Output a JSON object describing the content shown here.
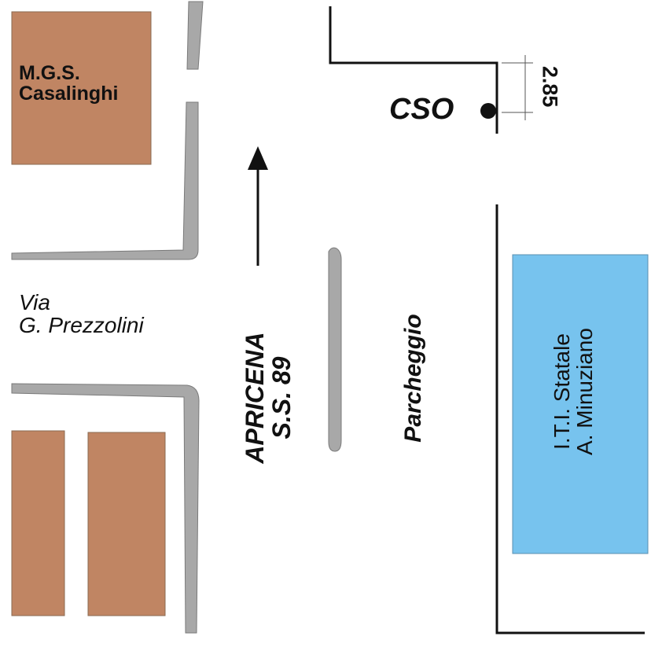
{
  "buildings": {
    "mgs": {
      "line1": "M.G.S.",
      "line2": "Casalinghi"
    },
    "school": {
      "line1": "I.T.I. Statale",
      "line2": "A. Minuziano"
    }
  },
  "streets": {
    "via": {
      "line1": "Via",
      "line2": "G. Prezzolini"
    },
    "main_road": {
      "line1": "APRICENA",
      "line2": "S.S. 89"
    },
    "parking": "Parcheggio"
  },
  "point": {
    "label": "CSO"
  },
  "dimension": {
    "value": "2.85"
  },
  "colors": {
    "building_brown": "#c08563",
    "school_blue": "#77c3ee",
    "curb_gray": "#a8a8a8",
    "line_black": "#111111"
  },
  "icons": [
    "direction-arrow-icon",
    "location-dot-icon"
  ]
}
